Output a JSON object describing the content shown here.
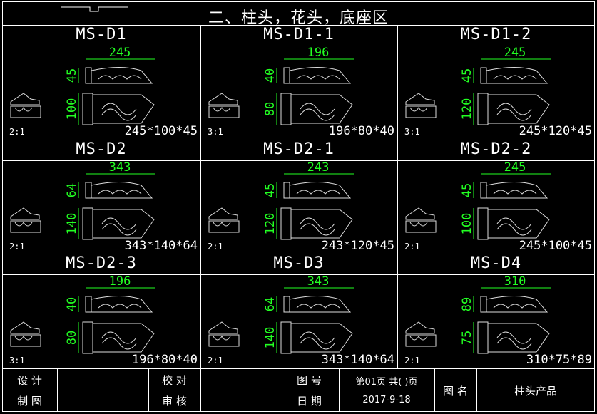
{
  "title": "二、柱头，花头，底座区",
  "products": [
    {
      "code": "MS-D1",
      "scale": "2:1",
      "size": "245*100*45",
      "length": "245",
      "upper_h": "45",
      "lower_h": "100"
    },
    {
      "code": "MS-D1-1",
      "scale": "3:1",
      "size": "196*80*40",
      "length": "196",
      "upper_h": "40",
      "lower_h": "80"
    },
    {
      "code": "MS-D1-2",
      "scale": "3:1",
      "size": "245*120*45",
      "length": "245",
      "upper_h": "45",
      "lower_h": "120"
    },
    {
      "code": "MS-D2",
      "scale": "2:1",
      "size": "343*140*64",
      "length": "343",
      "upper_h": "64",
      "lower_h": "140"
    },
    {
      "code": "MS-D2-1",
      "scale": "2:1",
      "size": "243*120*45",
      "length": "243",
      "upper_h": "45",
      "lower_h": "120"
    },
    {
      "code": "MS-D2-2",
      "scale": "2:1",
      "size": "245*100*45",
      "length": "245",
      "upper_h": "45",
      "lower_h": "100"
    },
    {
      "code": "MS-D2-3",
      "scale": "3:1",
      "size": "196*80*40",
      "length": "196",
      "upper_h": "40",
      "lower_h": "80"
    },
    {
      "code": "MS-D3",
      "scale": "2:1",
      "size": "343*140*64",
      "length": "343",
      "upper_h": "64",
      "lower_h": "140"
    },
    {
      "code": "MS-D4",
      "scale": "2:1",
      "size": "310*75*89",
      "length": "310",
      "upper_h": "89",
      "lower_h": "75"
    }
  ],
  "title_block": {
    "design_label": "设 计",
    "check_label": "校 对",
    "drawing_label": "制 图",
    "review_label": "审 核",
    "fig_no_label": "图 号",
    "fig_no_value": "第01页 共( )页",
    "date_label": "日 期",
    "date_value": "2017-9-18",
    "name_label": "图 名",
    "name_value": "柱头产品"
  },
  "colors": {
    "dimension": "#22ff22",
    "line": "#ffffff",
    "background": "#000000"
  }
}
